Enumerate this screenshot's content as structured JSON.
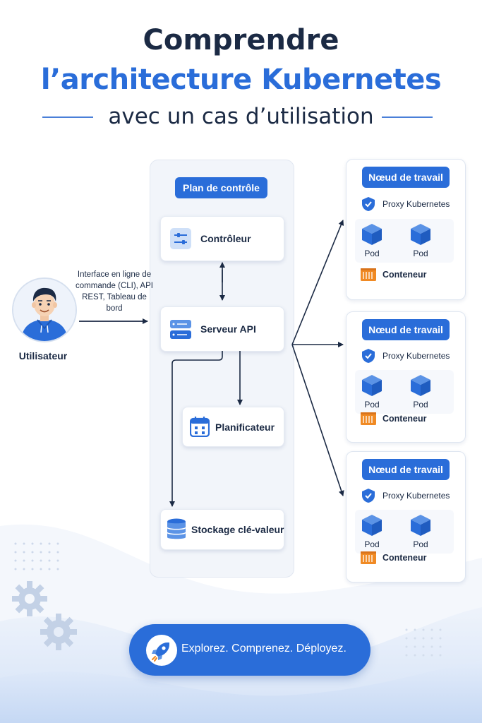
{
  "header": {
    "title_line1": "Comprendre",
    "title_line2": "l’architecture Kubernetes",
    "subtitle": "avec un cas d’utilisation"
  },
  "user": {
    "label": "Utilisateur",
    "interfaces_text": "Interface en ligne de commande (CLI), API REST, Tableau de bord"
  },
  "control_plane": {
    "label": "Plan de contrôle",
    "components": {
      "controller": "Contrôleur",
      "api_server": "Serveur API",
      "scheduler": "Planificateur",
      "kv_store": "Stockage clé-valeur"
    }
  },
  "worker_nodes": [
    {
      "title": "Nœud de travail",
      "proxy": "Proxy Kubernetes",
      "pods": [
        "Pod",
        "Pod"
      ],
      "container": "Conteneur"
    },
    {
      "title": "Nœud de travail",
      "proxy": "Proxy Kubernetes",
      "pods": [
        "Pod",
        "Pod"
      ],
      "container": "Conteneur"
    },
    {
      "title": "Nœud de travail",
      "proxy": "Proxy Kubernetes",
      "pods": [
        "Pod",
        "Pod"
      ],
      "container": "Conteneur"
    }
  ],
  "cta": {
    "label": "Explorez. Comprenez. Déployez."
  },
  "colors": {
    "primary_blue": "#2a6dd9",
    "dark_navy": "#1b2a44",
    "container_orange": "#f08a24",
    "panel_bg": "#f2f5fa"
  },
  "icons": {
    "controller": "sliders-icon",
    "api_server": "server-icon",
    "scheduler": "calendar-icon",
    "kv_store": "database-icon",
    "proxy": "shield-icon",
    "pod": "cube-icon",
    "container": "container-icon",
    "cta": "rocket-icon"
  }
}
